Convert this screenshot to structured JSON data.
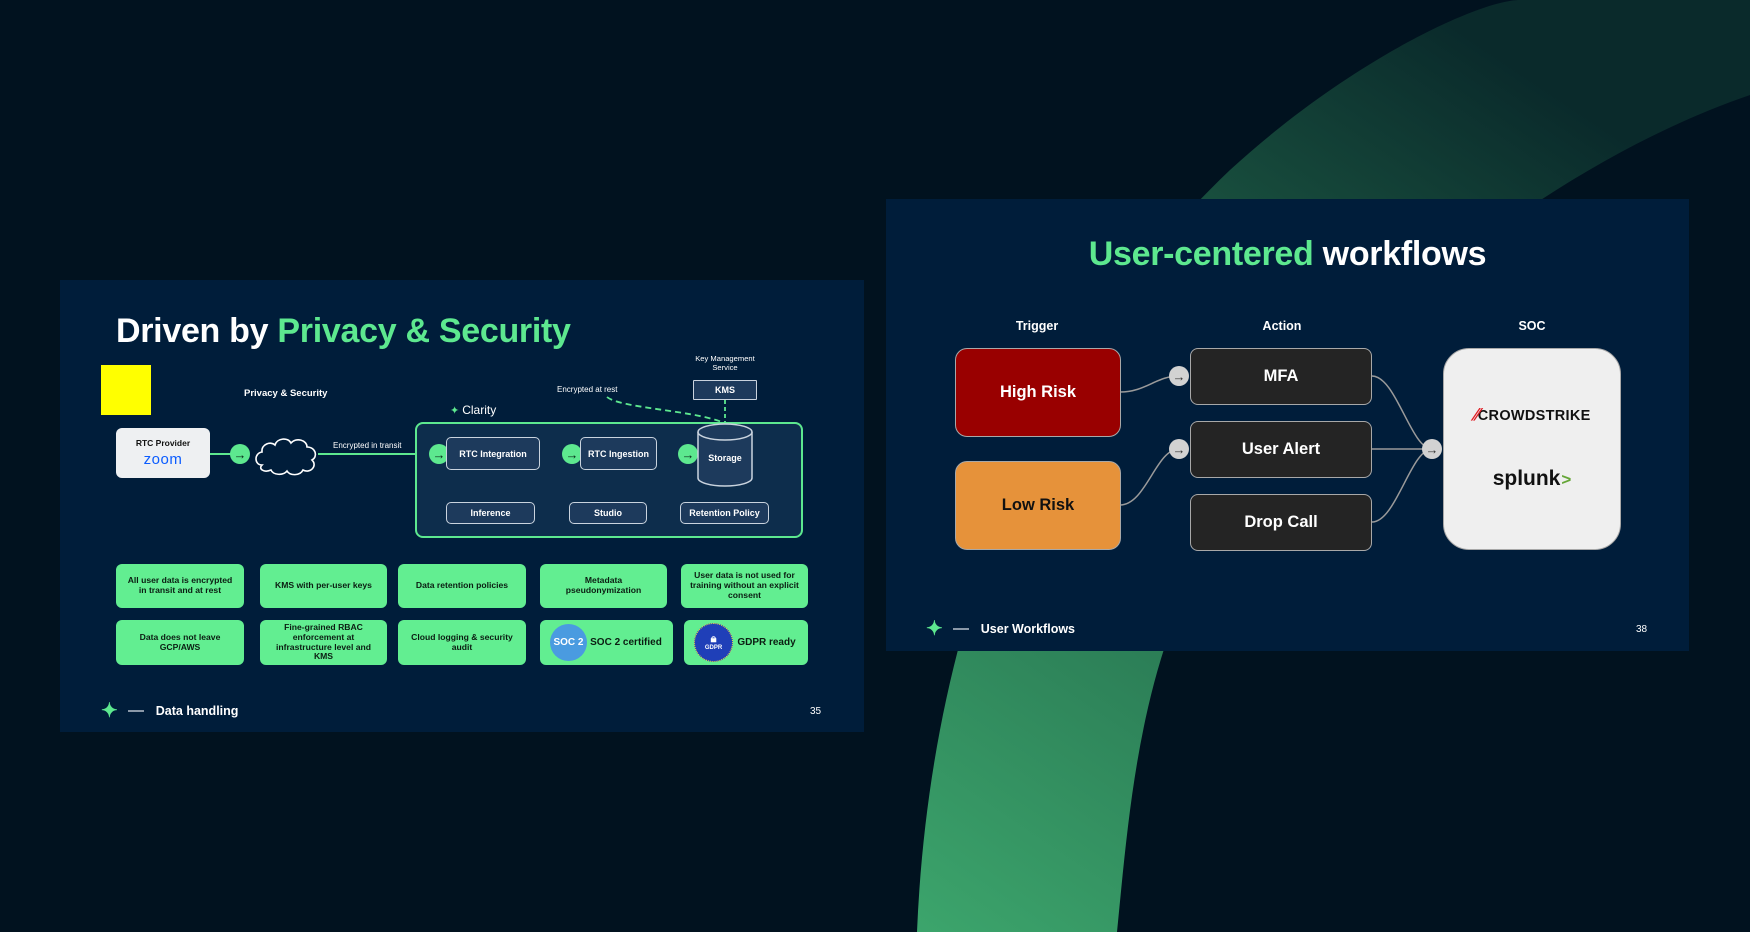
{
  "colors": {
    "background": "#01121f",
    "slide": "#001d3a",
    "accent_green": "#5de88f",
    "feature_green": "#62ee91",
    "high_risk": "#990000",
    "low_risk": "#e6923a",
    "action_box": "#242424",
    "soc_box": "#efefef",
    "marker_yellow": "#ffff00"
  },
  "left_slide": {
    "title_prefix": "Driven by",
    "title_accent": "Privacy & Security",
    "diagram": {
      "section_label": "Privacy & Security",
      "rtc_provider": {
        "label": "RTC Provider",
        "logo_text": "zoom"
      },
      "encrypted_in_transit": "Encrypted in transit",
      "encrypted_at_rest": "Encrypted at rest",
      "kms_caption": "Key Management Service",
      "kms_label": "KMS",
      "clarity_label": "Clarity",
      "nodes": {
        "rtc_integration": "RTC Integration",
        "rtc_ingestion": "RTC Ingestion",
        "storage": "Storage",
        "inference": "Inference",
        "studio": "Studio",
        "retention_policy": "Retention Policy"
      }
    },
    "features": [
      "All user data is encrypted in transit and at rest",
      "KMS with per-user keys",
      "Data retention policies",
      "Metadata pseudonymization",
      "User data is not used for training without an explicit consent",
      "Data does not leave GCP/AWS",
      "Fine-grained RBAC enforcement at infrastructure level and KMS",
      "Cloud logging & security audit"
    ],
    "badges": [
      {
        "icon_text": "SOC 2",
        "label": "SOC 2 certified"
      },
      {
        "icon_text": "GDPR",
        "label": "GDPR ready"
      }
    ],
    "footer": {
      "section": "Data handling",
      "page": "35"
    }
  },
  "right_slide": {
    "title_accent": "User-centered",
    "title_rest": "workflows",
    "columns": {
      "trigger": "Trigger",
      "action": "Action",
      "soc": "SOC"
    },
    "triggers": [
      {
        "label": "High Risk"
      },
      {
        "label": "Low Risk"
      }
    ],
    "actions": [
      {
        "label": "MFA"
      },
      {
        "label": "User Alert"
      },
      {
        "label": "Drop Call"
      }
    ],
    "soc_vendors": [
      {
        "label": "CROWDSTRIKE"
      },
      {
        "label": "splunk",
        "suffix": ">"
      }
    ],
    "footer": {
      "section": "User Workflows",
      "page": "38"
    }
  }
}
